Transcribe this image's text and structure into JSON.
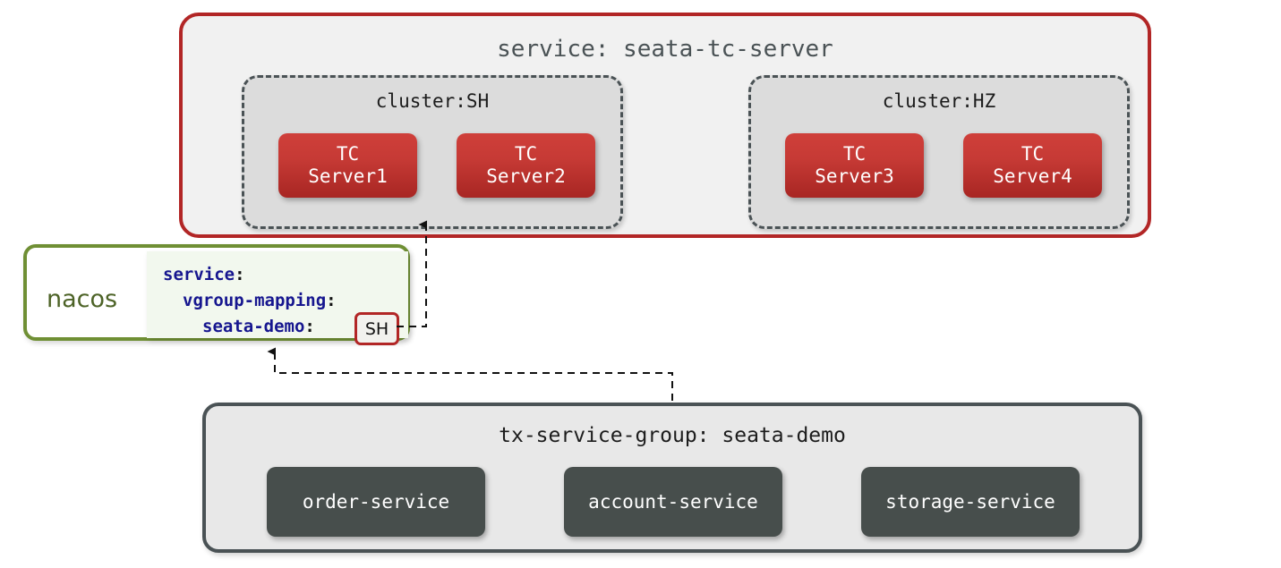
{
  "diagram": {
    "title": "Seata TC server cluster / vgroup-mapping diagram",
    "colors": {
      "service_border": "#b22626",
      "cluster_border": "#4a5255",
      "tc_node": "#c63a35",
      "nacos_border": "#6f8f34",
      "nacos_label": "#4d6327",
      "yaml_key": "#16168f",
      "service_node": "#474e4c",
      "connector": "#222222"
    }
  },
  "service_panel": {
    "title": "service: seata-tc-server",
    "clusters": [
      {
        "title": "cluster:SH",
        "nodes": [
          {
            "line1": "TC",
            "line2": "Server1"
          },
          {
            "line1": "TC",
            "line2": "Server2"
          }
        ]
      },
      {
        "title": "cluster:HZ",
        "nodes": [
          {
            "line1": "TC",
            "line2": "Server3"
          },
          {
            "line1": "TC",
            "line2": "Server4"
          }
        ]
      }
    ]
  },
  "nacos_panel": {
    "label": "nacos",
    "yaml": [
      {
        "key": "service",
        "punct": ":",
        "indent": 0
      },
      {
        "key": "vgroup-mapping",
        "punct": ":",
        "indent": 1
      },
      {
        "key": "seata-demo",
        "punct": ":",
        "indent": 2
      }
    ],
    "mapping_value": "SH"
  },
  "tx_group_panel": {
    "title": "tx-service-group: seata-demo",
    "services": [
      {
        "label": "order-service"
      },
      {
        "label": "account-service"
      },
      {
        "label": "storage-service"
      }
    ]
  },
  "connectors": [
    {
      "name": "sh-badge-to-cluster-sh",
      "style": "dashed",
      "arrowhead": "up"
    },
    {
      "name": "tx-group-to-nacos",
      "style": "dashed",
      "arrowhead": "up"
    }
  ]
}
